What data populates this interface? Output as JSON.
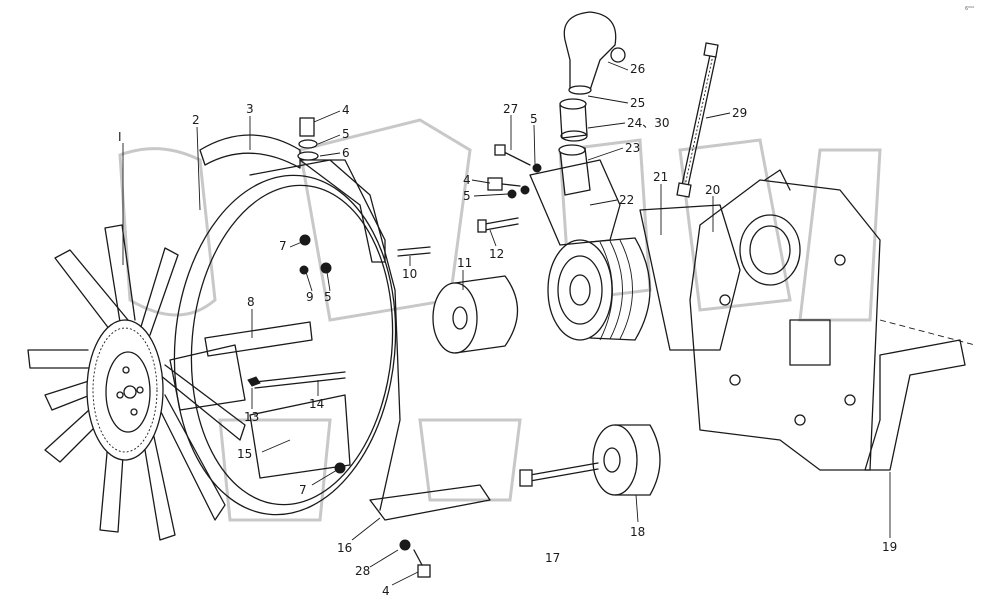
{
  "diagram": {
    "type": "exploded-parts-diagram",
    "callouts": [
      {
        "id": "c-I",
        "label": "I"
      },
      {
        "id": "c-2",
        "label": "2"
      },
      {
        "id": "c-3",
        "label": "3"
      },
      {
        "id": "c-4a",
        "label": "4"
      },
      {
        "id": "c-5a",
        "label": "5"
      },
      {
        "id": "c-6",
        "label": "6"
      },
      {
        "id": "c-7a",
        "label": "7"
      },
      {
        "id": "c-9",
        "label": "9"
      },
      {
        "id": "c-5b",
        "label": "5"
      },
      {
        "id": "c-10",
        "label": "10"
      },
      {
        "id": "c-8",
        "label": "8"
      },
      {
        "id": "c-13",
        "label": "13"
      },
      {
        "id": "c-14",
        "label": "14"
      },
      {
        "id": "c-15",
        "label": "15"
      },
      {
        "id": "c-7b",
        "label": "7"
      },
      {
        "id": "c-16",
        "label": "16"
      },
      {
        "id": "c-28",
        "label": "28"
      },
      {
        "id": "c-4b",
        "label": "4"
      },
      {
        "id": "c-17",
        "label": "17"
      },
      {
        "id": "c-11",
        "label": "11"
      },
      {
        "id": "c-12",
        "label": "12"
      },
      {
        "id": "c-4c",
        "label": "4"
      },
      {
        "id": "c-5c",
        "label": "5"
      },
      {
        "id": "c-27",
        "label": "27"
      },
      {
        "id": "c-5d",
        "label": "5"
      },
      {
        "id": "c-22",
        "label": "22"
      },
      {
        "id": "c-23",
        "label": "23"
      },
      {
        "id": "c-24-30",
        "label": "24、30"
      },
      {
        "id": "c-25",
        "label": "25"
      },
      {
        "id": "c-26",
        "label": "26"
      },
      {
        "id": "c-29",
        "label": "29"
      },
      {
        "id": "c-21",
        "label": "21"
      },
      {
        "id": "c-20",
        "label": "20"
      },
      {
        "id": "c-18",
        "label": "18"
      },
      {
        "id": "c-19",
        "label": "19"
      }
    ],
    "corner_mark": "6⁰⁰⁰"
  }
}
